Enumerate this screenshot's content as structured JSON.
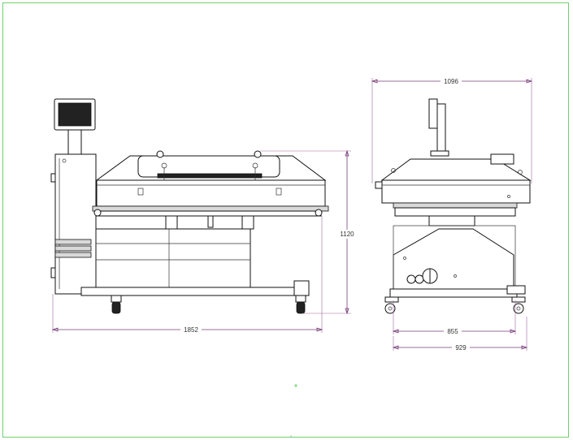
{
  "dimensions": {
    "front_width": "1852",
    "front_height": "1120",
    "side_top_width": "1096",
    "side_inner_width": "855",
    "side_outer_width": "929"
  },
  "colors": {
    "frame_border": "#6fcf6f",
    "dimension_line": "#7a3f7a",
    "drawing_line": "#111111"
  }
}
